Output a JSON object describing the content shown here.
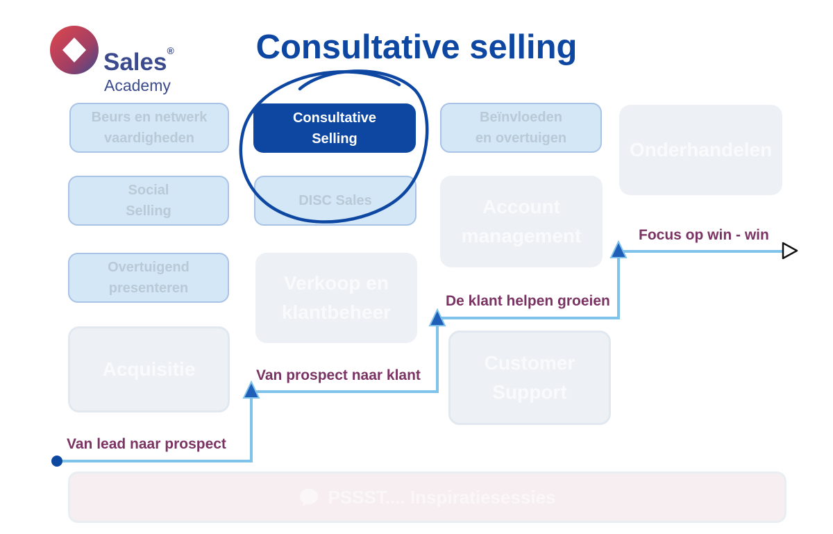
{
  "logo": {
    "brand": "Sales",
    "registered": "®",
    "subtitle": "Academy",
    "colors": {
      "red": "#e0464b",
      "blue": "#3a4a8c"
    }
  },
  "title": "Consultative selling",
  "boxes": {
    "beurs": [
      "Beurs en netwerk",
      "vaardigheden"
    ],
    "consultative": [
      "Consultative",
      "Selling"
    ],
    "beinvloeden": [
      "Beïnvloeden",
      "en overtuigen"
    ],
    "onderhandelen": [
      "Onderhandelen"
    ],
    "social": [
      "Social",
      "Selling"
    ],
    "disc": [
      "DISC Sales"
    ],
    "account": [
      "Account",
      "management"
    ],
    "overtuigend": [
      "Overtuigend",
      "presenteren"
    ],
    "verkoop": [
      "Verkoop en",
      "klantbeheer"
    ],
    "acquisitie": [
      "Acquisitie"
    ],
    "customer": [
      "Customer",
      "Support"
    ],
    "pssst": "PSSST.... Inspiratiesessies"
  },
  "path_labels": {
    "lead": "Van lead naar prospect",
    "prospect": "Van prospect naar klant",
    "groeien": "De klant helpen groeien",
    "focus": "Focus op win - win"
  },
  "colors": {
    "title": "#0d47a1",
    "active_box": "#0d47a1",
    "light_box": "#d3e7f6",
    "path_line": "#7fc3ea",
    "label": "#7a3362",
    "circle": "#0d47a1"
  }
}
